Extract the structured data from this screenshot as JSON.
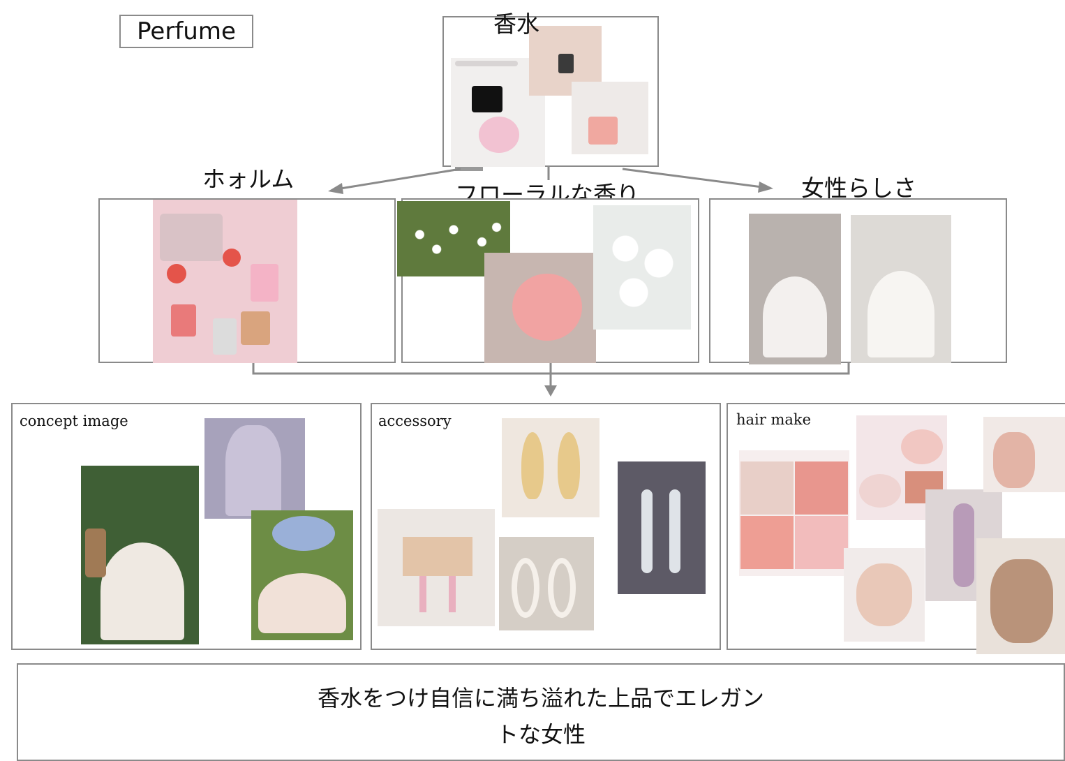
{
  "title_tag": "Perfume",
  "root": {
    "label": "香水"
  },
  "branches": [
    {
      "label": "ホォルム"
    },
    {
      "label": "フローラルな香り"
    },
    {
      "label": "女性らしさ"
    }
  ],
  "panels": [
    {
      "label": "concept image"
    },
    {
      "label": "accessory"
    },
    {
      "label": "hair make"
    }
  ],
  "conclusion": {
    "line1": "香水をつけ自信に満ち溢れた上品でエレガン",
    "line2": "トな女性"
  },
  "colors": {
    "border": "#8a8a8a",
    "connector": "#8a8a8a"
  }
}
